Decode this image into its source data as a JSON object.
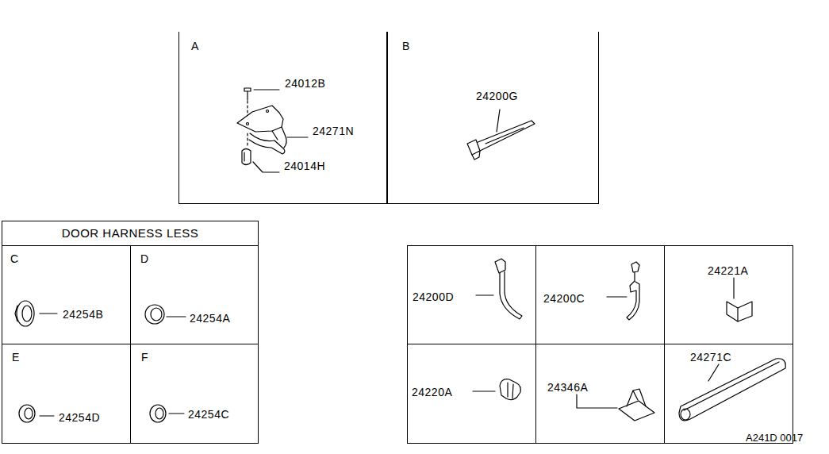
{
  "diagram": {
    "nodes": [
      {
        "text": [
          "A",
          "24012B",
          "24271N",
          "24014H"
        ]
      },
      {
        "text": [
          "B",
          "24200G"
        ]
      },
      {
        "text": [
          "DOOR HARNESS LESS"
        ]
      },
      {
        "text": [
          "C",
          "24254B"
        ],
        "in": 2
      },
      {
        "text": [
          "D",
          "24254A"
        ],
        "in": 2
      },
      {
        "text": [
          "E",
          "24254D"
        ],
        "in": 2
      },
      {
        "text": [
          "F",
          "24254C"
        ],
        "in": 2
      },
      {
        "text": [
          "24200D"
        ]
      },
      {
        "text": [
          "24200C"
        ]
      },
      {
        "text": [
          "24221A"
        ]
      },
      {
        "text": [
          "24220A"
        ]
      },
      {
        "text": [
          "24346A"
        ]
      },
      {
        "text": [
          "24271C"
        ]
      }
    ],
    "labels": [
      "A241D 0017"
    ]
  }
}
